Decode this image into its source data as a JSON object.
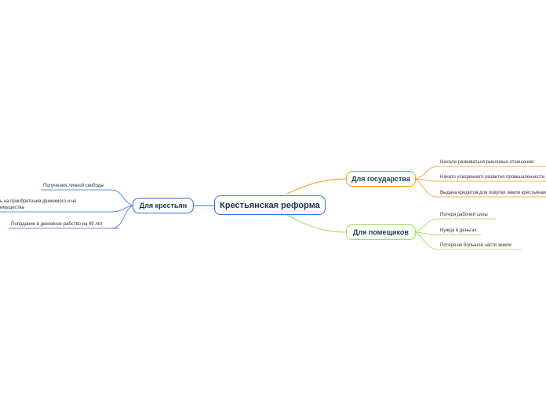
{
  "central": {
    "label": "Крестьянская реформа",
    "color": "#2f6fd6"
  },
  "branches": {
    "state": {
      "label": "Для государства",
      "color": "#f29a1e",
      "items": [
        "Начали развиваться рыночные отношения",
        "Начато ускоренного развития промышленности",
        "Выдача кредитов для покупки земли крестьянам"
      ]
    },
    "landlords": {
      "label": "Для помещиков",
      "color": "#8ee04a",
      "items": [
        "Потеря рабочей силы",
        "Нужда в деньгах",
        "Потеря не большой части земли"
      ]
    },
    "peasants": {
      "label": "Для крестьян",
      "color": "#2f6fd6",
      "items": [
        "Получения личной свободы",
        "ь на приобретения движимого и не",
        "имущества",
        "Попадание в денежное рабство на 49 лет"
      ]
    }
  }
}
